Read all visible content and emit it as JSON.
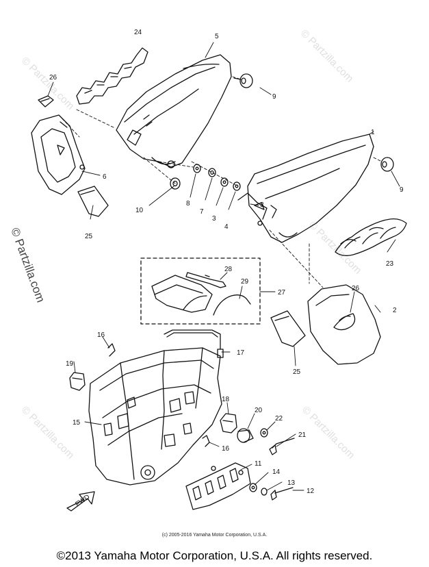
{
  "watermark_text": "© Partzilla.com",
  "diagram_copyright": "(c) 2005-2016 Yamaha Motor Corporation, U.S.A.",
  "footer_text": "©2013 Yamaha Motor Corporation, U.S.A. All rights reserved.",
  "fwd_label": "FWD",
  "part_callouts": [
    "1",
    "2",
    "3",
    "4",
    "5",
    "6",
    "7",
    "8",
    "9",
    "10",
    "11",
    "12",
    "13",
    "14",
    "15",
    "16",
    "17",
    "18",
    "19",
    "20",
    "21",
    "22",
    "23",
    "24",
    "25",
    "26",
    "27",
    "28",
    "29"
  ],
  "colors": {
    "line": "#111111",
    "watermark": "#e0e0e0",
    "background": "#ffffff"
  }
}
